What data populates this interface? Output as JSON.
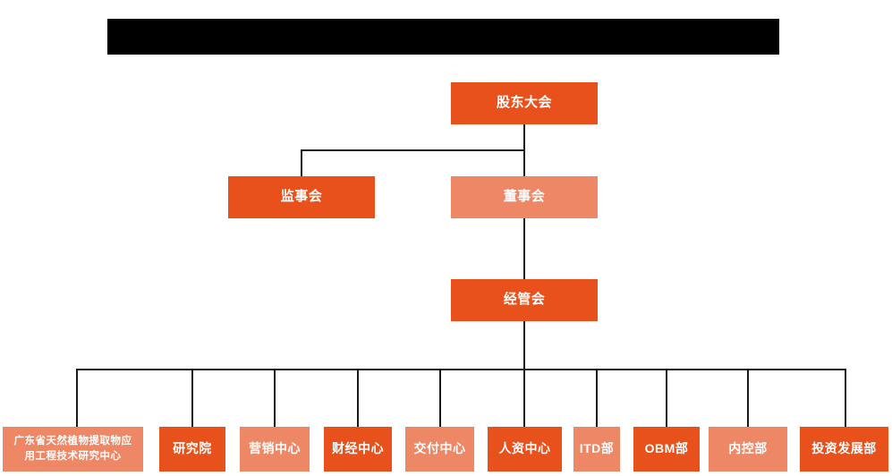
{
  "page": {
    "title_banner": "",
    "background_color": "#ffffff",
    "colors": {
      "dark_orange": "#e8511b",
      "light_orange": "#ee8766",
      "line": "#1a1a1a",
      "banner": "#000000",
      "text": "#ffffff"
    }
  },
  "chart_data": {
    "type": "diagram",
    "diagram_type": "organization-chart",
    "title": "",
    "levels": [
      {
        "level": 1,
        "nodes": [
          {
            "id": "shareholders-meeting",
            "label": "股东大会",
            "shade": "dark"
          }
        ]
      },
      {
        "level": 2,
        "nodes": [
          {
            "id": "board-of-supervisors",
            "label": "监事会",
            "shade": "dark"
          },
          {
            "id": "board-of-directors",
            "label": "董事会",
            "shade": "light"
          }
        ]
      },
      {
        "level": 3,
        "nodes": [
          {
            "id": "management-committee",
            "label": "经管会",
            "shade": "dark"
          }
        ]
      },
      {
        "level": 4,
        "nodes": [
          {
            "id": "dept-1",
            "label": "广东省天然植物提取物应用工程技术研究中心",
            "shade": "light"
          },
          {
            "id": "dept-2",
            "label": "研究院",
            "shade": "dark"
          },
          {
            "id": "dept-3",
            "label": "营销中心",
            "shade": "light"
          },
          {
            "id": "dept-4",
            "label": "财经中心",
            "shade": "dark"
          },
          {
            "id": "dept-5",
            "label": "交付中心",
            "shade": "light"
          },
          {
            "id": "dept-6",
            "label": "人资中心",
            "shade": "dark"
          },
          {
            "id": "dept-7",
            "label": "ITD部",
            "shade": "light"
          },
          {
            "id": "dept-8",
            "label": "OBM部",
            "shade": "dark"
          },
          {
            "id": "dept-9",
            "label": "内控部",
            "shade": "light"
          },
          {
            "id": "dept-10",
            "label": "投资发展部",
            "shade": "dark"
          }
        ]
      }
    ],
    "edges": [
      {
        "from": "shareholders-meeting",
        "to": "board-of-supervisors"
      },
      {
        "from": "shareholders-meeting",
        "to": "board-of-directors"
      },
      {
        "from": "board-of-directors",
        "to": "management-committee"
      },
      {
        "from": "management-committee",
        "to": "dept-1"
      },
      {
        "from": "management-committee",
        "to": "dept-2"
      },
      {
        "from": "management-committee",
        "to": "dept-3"
      },
      {
        "from": "management-committee",
        "to": "dept-4"
      },
      {
        "from": "management-committee",
        "to": "dept-5"
      },
      {
        "from": "management-committee",
        "to": "dept-6"
      },
      {
        "from": "management-committee",
        "to": "dept-7"
      },
      {
        "from": "management-committee",
        "to": "dept-8"
      },
      {
        "from": "management-committee",
        "to": "dept-9"
      },
      {
        "from": "management-committee",
        "to": "dept-10"
      }
    ]
  },
  "nodes": {
    "shareholders_meeting": {
      "label": "股东大会"
    },
    "board_of_supervisors": {
      "label": "监事会"
    },
    "board_of_directors": {
      "label": "董事会"
    },
    "management_committee": {
      "label": "经管会"
    },
    "departments": [
      {
        "label_line1": "广东省天然植物提取物应",
        "label_line2": "用工程技术研究中心"
      },
      {
        "label": "研究院"
      },
      {
        "label": "营销中心"
      },
      {
        "label": "财经中心"
      },
      {
        "label": "交付中心"
      },
      {
        "label": "人资中心"
      },
      {
        "label": "ITD部"
      },
      {
        "label": "OBM部"
      },
      {
        "label": "内控部"
      },
      {
        "label": "投资发展部"
      }
    ]
  }
}
